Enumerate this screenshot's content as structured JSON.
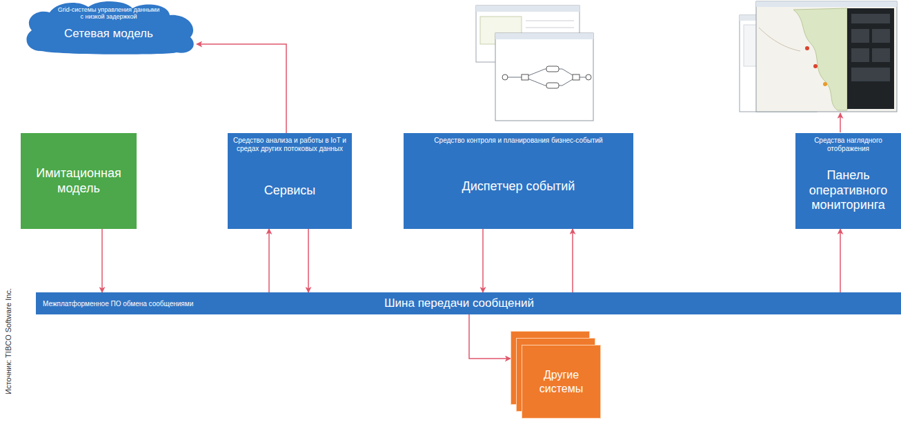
{
  "diagram": {
    "nodes": [
      {
        "text": [
          "Grid-системы управления данными с низкой задержкой",
          "Сетевая модель"
        ]
      },
      {
        "text": [
          "Имитационная модель"
        ]
      },
      {
        "text": [
          "Средство анализа и работы в IoT и средах других потоковых данных",
          "Сервисы"
        ]
      },
      {
        "text": [
          "Средство контроля и планирования бизнес-событий",
          "Диспетчер событий"
        ]
      },
      {
        "text": [
          "Средства наглядного отображения",
          "Панель оперативного мониторинга"
        ]
      },
      {
        "text": [
          "Межплатформенное ПО обмена сообщениями",
          "Шина передачи сообщений"
        ]
      },
      {
        "text": [
          "Другие системы"
        ]
      }
    ],
    "edges": [
      {
        "from": 1,
        "to": 5,
        "arrow": "to"
      },
      {
        "from": 2,
        "to": 0,
        "arrow": "to"
      },
      {
        "from": 5,
        "to": 2,
        "arrow": "to"
      },
      {
        "from": 2,
        "to": 5,
        "arrow": "to"
      },
      {
        "from": 3,
        "to": 5,
        "arrow": "to"
      },
      {
        "from": 5,
        "to": 3,
        "arrow": "to"
      },
      {
        "from": 5,
        "to": 4,
        "arrow": "to"
      },
      {
        "from": 5,
        "to": 6,
        "arrow": "to"
      }
    ],
    "labels": [
      "Источник: TIBCO Software Inc."
    ]
  }
}
